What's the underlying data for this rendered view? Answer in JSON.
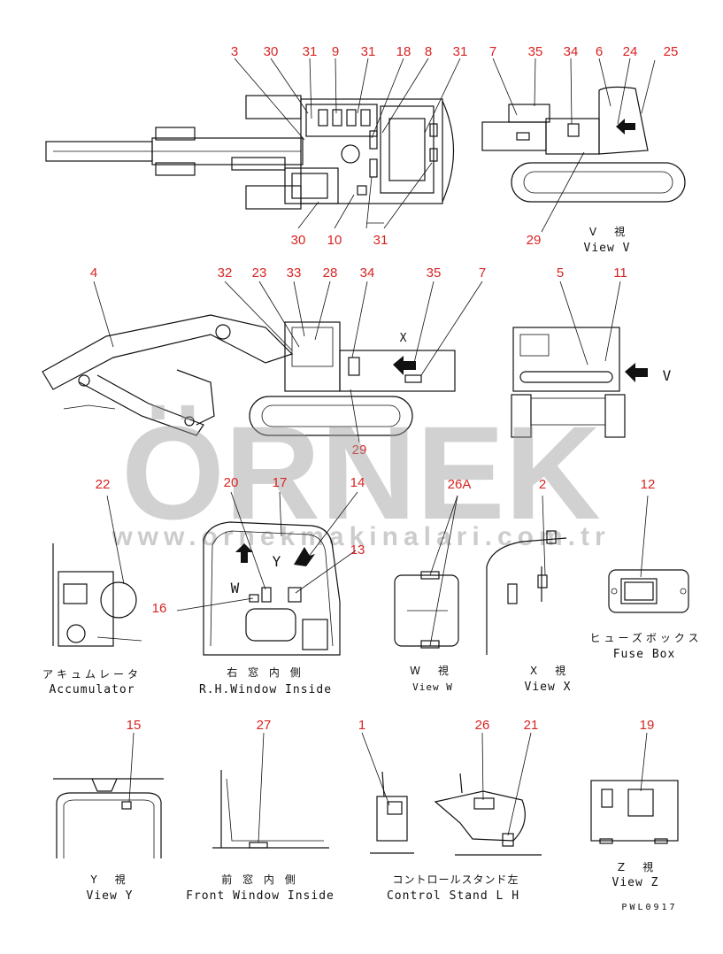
{
  "callouts": {
    "top_view": [
      "3",
      "30",
      "31",
      "9",
      "31",
      "18",
      "8",
      "31",
      "30",
      "10",
      "31"
    ],
    "view_v": [
      "7",
      "35",
      "34",
      "6",
      "24",
      "25",
      "29"
    ],
    "side": [
      "4",
      "32",
      "23",
      "33",
      "28",
      "34",
      "35",
      "7",
      "29"
    ],
    "rear": [
      "5",
      "11"
    ],
    "row3": [
      "22",
      "20",
      "17",
      "14",
      "13",
      "16",
      "26A",
      "2",
      "12"
    ],
    "row4": [
      "15",
      "27",
      "1",
      "26",
      "21",
      "19"
    ]
  },
  "captions": {
    "view_v_jp": "V　視",
    "view_v_en": "View V",
    "rear_arrow_label": "V",
    "accumulator_jp": "アキュムレータ",
    "accumulator_en": "Accumulator",
    "rh_window_jp": "右 窓 内 側",
    "rh_window_en": "R.H.Window Inside",
    "rh_w_label": "W",
    "rh_y_label": "Y",
    "view_w_jp": "W　視",
    "view_w_en": "View W",
    "view_x_jp": "X　視",
    "view_x_en": "View X",
    "fuse_box_jp": "ヒューズボックス",
    "fuse_box_en": "Fuse Box",
    "side_x_label": "X",
    "view_y_jp": "Y　視",
    "view_y_en": "View Y",
    "front_window_jp": "前 窓 内 側",
    "front_window_en": "Front Window Inside",
    "control_stand_jp": "コントロールスタンド左",
    "control_stand_en": "Control Stand L H",
    "view_z_jp": "Z　視",
    "view_z_en": "View Z",
    "drawing_code": "PWL0917"
  },
  "watermark": {
    "brand": "ÖRNEK",
    "url": "www.ornekmakinalari.com.tr"
  },
  "colors": {
    "callout": "#d92323",
    "line": "#111111",
    "watermark": "#9a9a9a"
  }
}
